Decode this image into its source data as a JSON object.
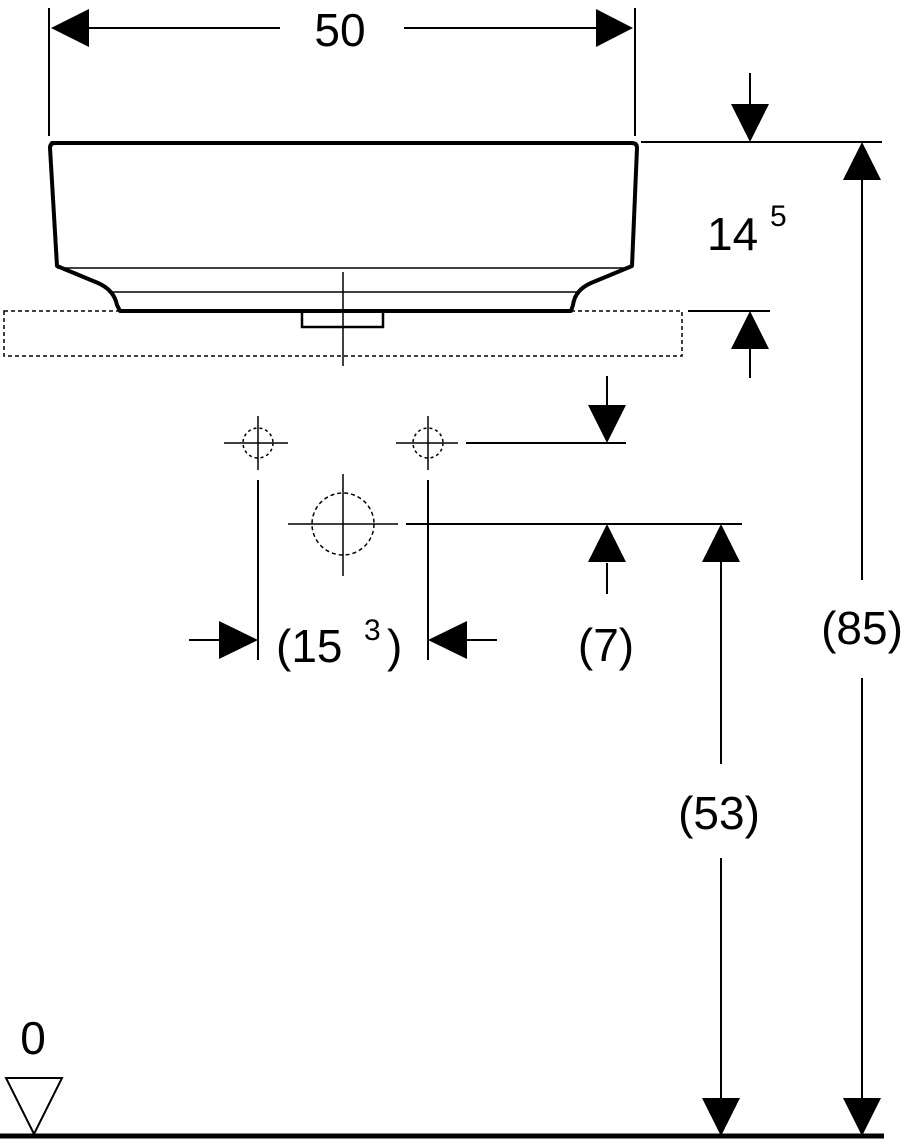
{
  "dimensions": {
    "width": "50",
    "basin_height_main": "14",
    "basin_height_sup": "5",
    "tap_spacing_main": "(15",
    "tap_spacing_sup": "3",
    "tap_spacing_close": ")",
    "waste_offset": "(7)",
    "waste_height": "(53)",
    "top_height": "(85)",
    "floor_level": "0"
  }
}
